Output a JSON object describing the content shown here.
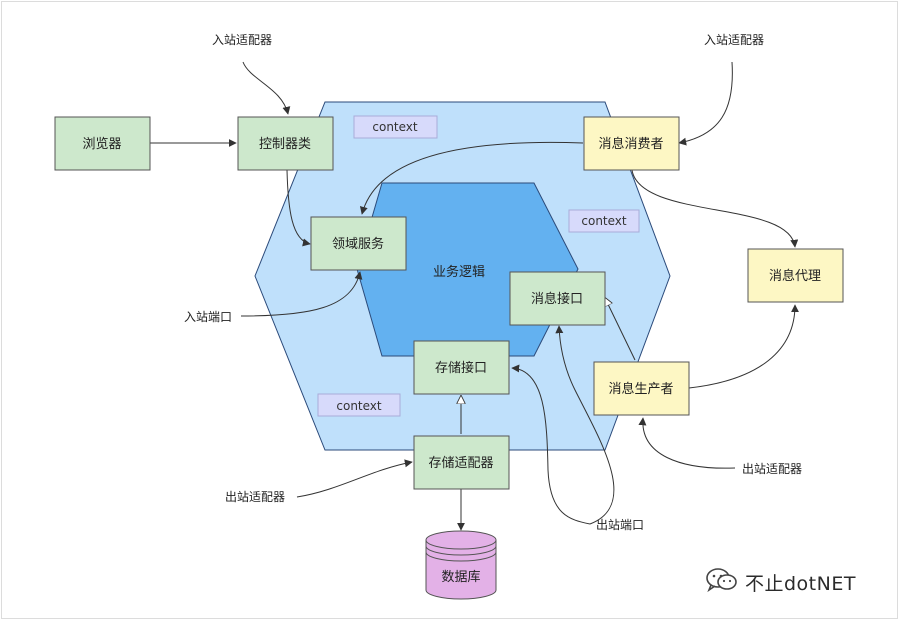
{
  "diagram": {
    "nodes": {
      "browser": "浏览器",
      "controller": "控制器类",
      "msg_consumer": "消息消费者",
      "domain_service": "领域服务",
      "business_logic": "业务逻辑",
      "msg_interface": "消息接口",
      "msg_broker": "消息代理",
      "storage_interface": "存储接口",
      "msg_producer": "消息生产者",
      "storage_adapter": "存储适配器",
      "database": "数据库"
    },
    "contexts": [
      "context",
      "context",
      "context"
    ],
    "labels": {
      "inbound_adapter_left": "入站适配器",
      "inbound_adapter_right": "入站适配器",
      "inbound_port": "入站端口",
      "outbound_adapter_left": "出站适配器",
      "outbound_adapter_right": "出站适配器",
      "outbound_port": "出站端口"
    },
    "colors": {
      "outer_hex_fill": "#bfe0fb",
      "inner_hex_fill": "#63b1f0",
      "green_node_fill": "#cde8cc",
      "yellow_node_fill": "#fdf7c4",
      "context_fill": "#d7dafb",
      "database_fill": "#e3b1e7"
    }
  },
  "watermark": {
    "text": "不止dotNET",
    "icon": "wechat-icon"
  }
}
